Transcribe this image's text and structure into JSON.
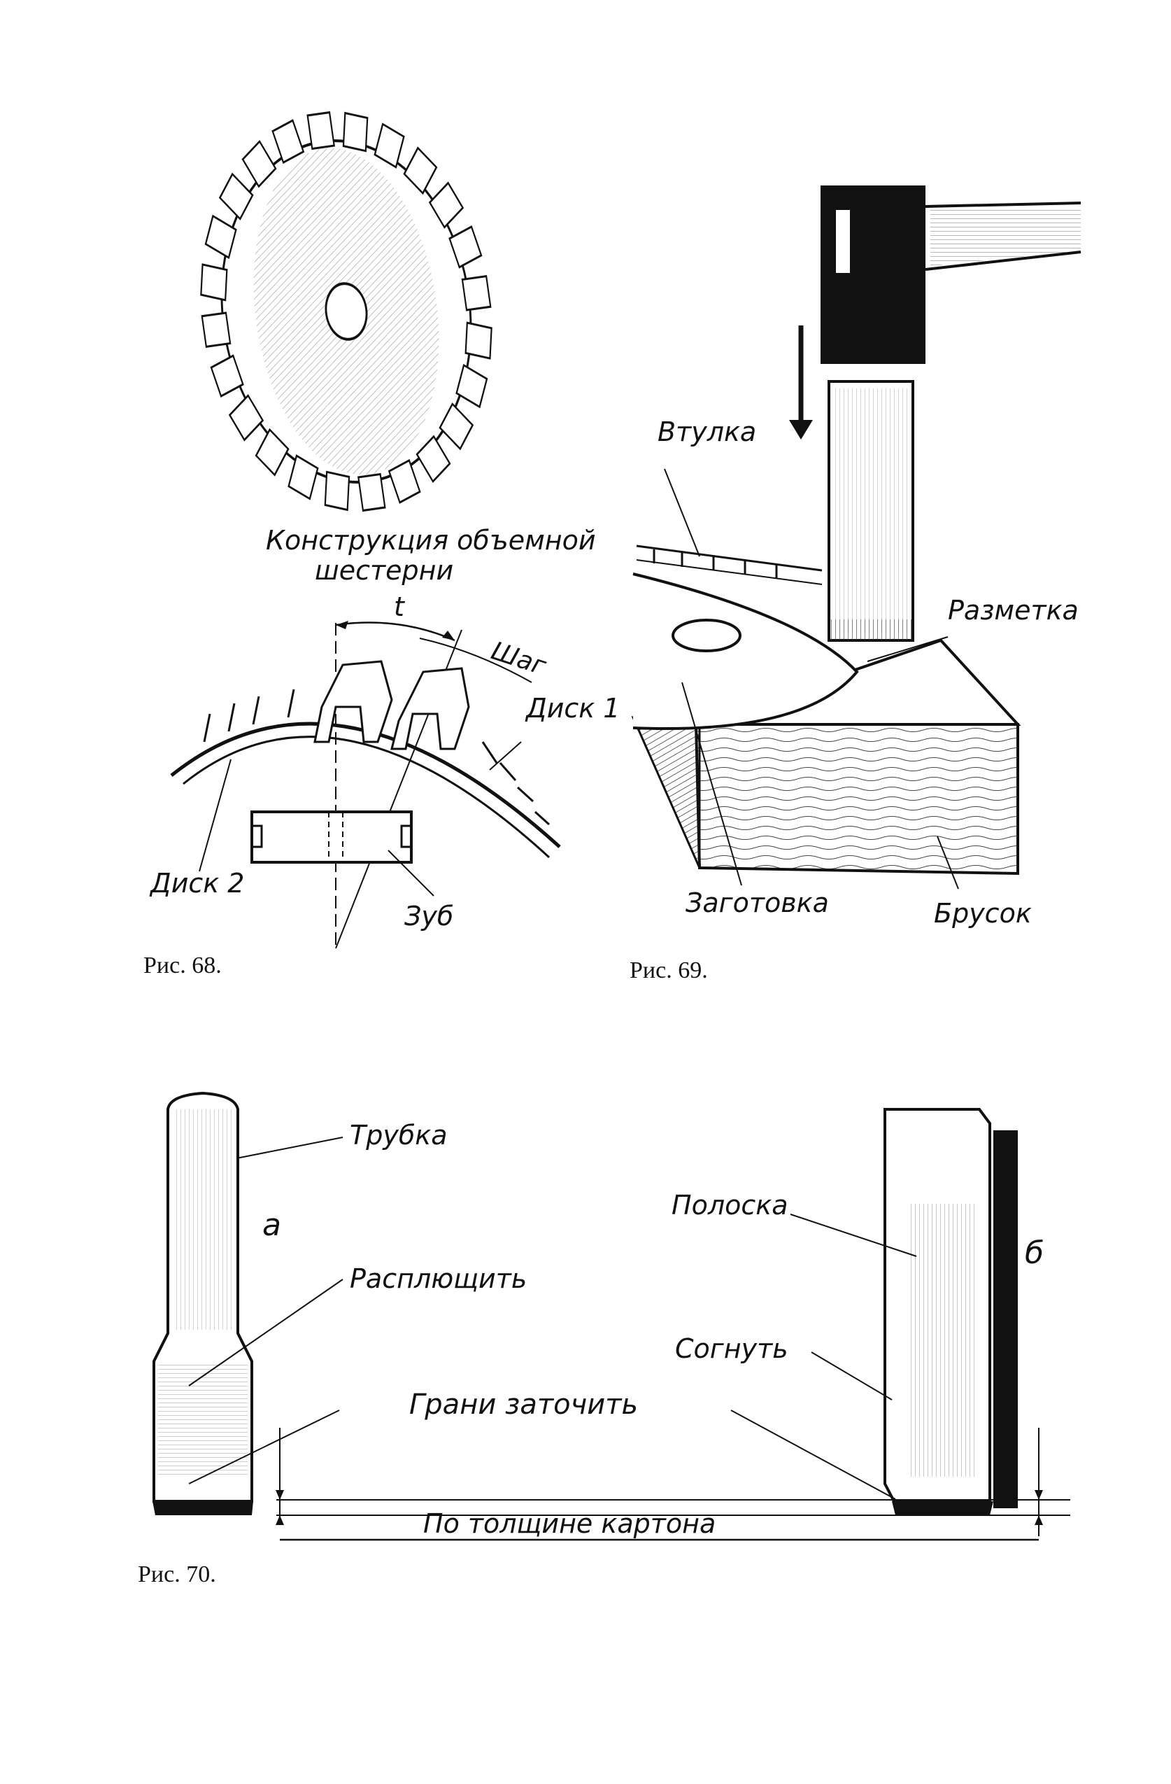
{
  "figures": {
    "fig68": {
      "caption": "Рис. 68.",
      "gear_title_line1": "Конструкция объемной",
      "gear_title_line2": "шестерни",
      "pitch_symbol": "t",
      "pitch_label": "Шаг",
      "disk1": "Диск 1",
      "disk2": "Диск 2",
      "tooth": "Зуб"
    },
    "fig69": {
      "caption": "Рис. 69.",
      "sleeve": "Втулка",
      "marking": "Разметка",
      "blank": "Заготовка",
      "block": "Брусок"
    },
    "fig70": {
      "caption": "Рис. 70.",
      "tube": "Трубка",
      "variant_a": "а",
      "flatten": "Расплющить",
      "sharpen": "Грани заточить",
      "strip": "Полоска",
      "variant_b": "б",
      "bend": "Согнуть",
      "cardboard": "По толщине картона"
    }
  }
}
